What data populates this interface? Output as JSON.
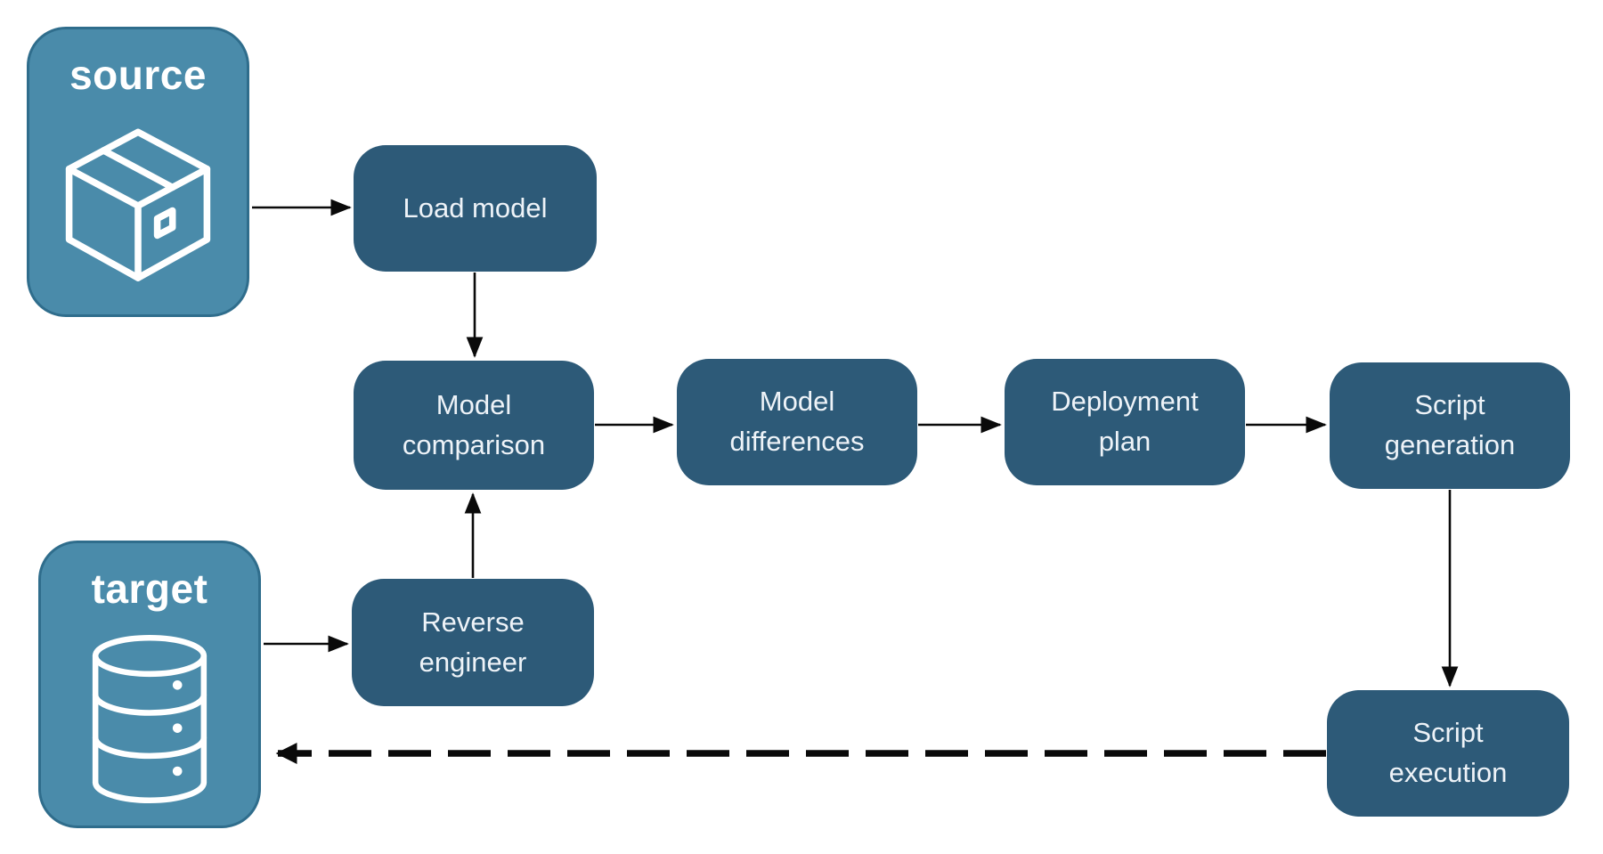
{
  "colors": {
    "node_fill": "#2d5a78",
    "node_text": "#eef3f8",
    "container_fill": "#4a8baa",
    "container_border": "#2f6d8c",
    "container_text": "#ffffff",
    "arrow": "#0a0a0a",
    "background": "#ffffff"
  },
  "containers": {
    "source": {
      "label": "source",
      "icon": "package-icon"
    },
    "target": {
      "label": "target",
      "icon": "database-icon"
    }
  },
  "nodes": [
    {
      "id": "load-model",
      "label": "Load model"
    },
    {
      "id": "model-comparison",
      "label": "Model\ncomparison"
    },
    {
      "id": "model-differences",
      "label": "Model\ndifferences"
    },
    {
      "id": "deployment-plan",
      "label": "Deployment\nplan"
    },
    {
      "id": "script-generation",
      "label": "Script\ngeneration"
    },
    {
      "id": "reverse-engineer",
      "label": "Reverse\nengineer"
    },
    {
      "id": "script-execution",
      "label": "Script\nexecution"
    }
  ],
  "edges": [
    {
      "from": "source",
      "to": "load-model",
      "style": "solid"
    },
    {
      "from": "load-model",
      "to": "model-comparison",
      "style": "solid"
    },
    {
      "from": "target",
      "to": "reverse-engineer",
      "style": "solid"
    },
    {
      "from": "reverse-engineer",
      "to": "model-comparison",
      "style": "solid"
    },
    {
      "from": "model-comparison",
      "to": "model-differences",
      "style": "solid"
    },
    {
      "from": "model-differences",
      "to": "deployment-plan",
      "style": "solid"
    },
    {
      "from": "deployment-plan",
      "to": "script-generation",
      "style": "solid"
    },
    {
      "from": "script-generation",
      "to": "script-execution",
      "style": "solid"
    },
    {
      "from": "script-execution",
      "to": "target",
      "style": "dashed"
    }
  ]
}
